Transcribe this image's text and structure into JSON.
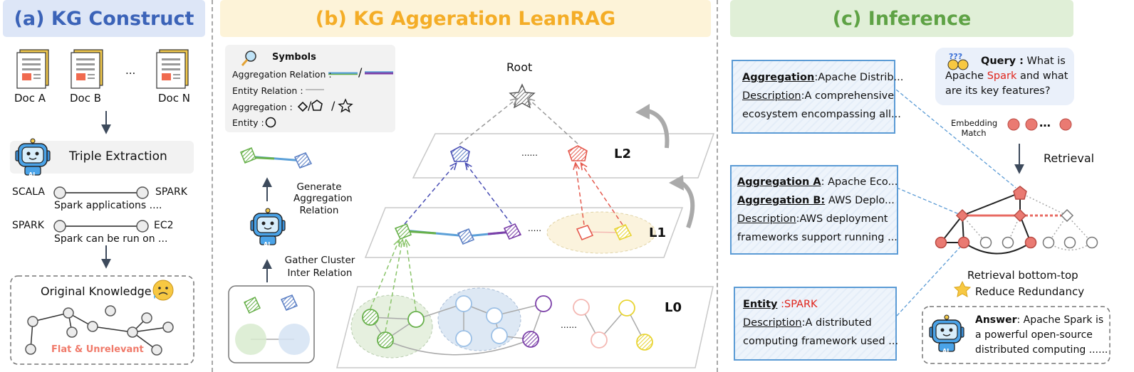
{
  "headers": {
    "a": "(a) KG Construct",
    "b": "(b) KG Aggeration LeanRAG",
    "c": "(c) Inference"
  },
  "panel_a": {
    "docs": [
      "Doc A",
      "Doc B",
      "Doc N"
    ],
    "ellipsis": "...",
    "triple_extraction": "Triple Extraction",
    "triples": [
      {
        "head": "SCALA",
        "tail": "SPARK",
        "relation": "Spark applications ...."
      },
      {
        "head": "SPARK",
        "tail": "EC2",
        "relation": "Spark can be run on ..."
      }
    ],
    "original_knowledge": "Original Knowledge",
    "flat_label": "Flat & Unrelevant",
    "robot_label": "AI"
  },
  "panel_b": {
    "symbols": {
      "title": "Symbols",
      "aggregation_relation": "Aggregation Relation :",
      "slash": "/",
      "entity_relation": "Entity Relation :",
      "aggregation": "Aggregation :",
      "entity": "Entity :",
      "shape_sep": "/"
    },
    "generate_label": [
      "Generate",
      "Aggregation",
      "Relation"
    ],
    "gather_label": [
      "Gather Cluster",
      "Inter Relation"
    ],
    "root": "Root",
    "levels": [
      "L2",
      "L1",
      "L0"
    ],
    "dots": [
      "......",
      ".....",
      "......"
    ],
    "robot_label": "AI"
  },
  "panel_c": {
    "card1": {
      "l1_key": "Aggregation",
      "l1_val": ":Apache Distrib...",
      "l2_key": "Description",
      "l2_val": ":A comprehensive",
      "l3": "ecosystem encompassing all..."
    },
    "card2": {
      "l1_key": "Aggregation A",
      "l1_val": ": Apache Eco...",
      "l2_key": "Aggregation B:",
      "l2_val": " AWS Deplo...",
      "l3_key": "Description",
      "l3_val": ":AWS deployment",
      "l4": "frameworks support running ..."
    },
    "card3": {
      "l1_key": "Entity",
      "l1_val": " :SPARK",
      "l2_key": "Description",
      "l2_val": ":A distributed",
      "l3": "computing framework used ..."
    },
    "query": {
      "label": "Query :",
      "l1": " What is",
      "l2a": "Apache ",
      "l2b": "Spark",
      "l2c": " and what",
      "l3": "are its key features?"
    },
    "embedding": [
      "Embedding",
      "Match"
    ],
    "retrieval": "Retrieval",
    "retrieval_bottom_top": "Retrieval bottom-top",
    "reduce_redundancy": "Reduce  Redundancy",
    "answer": {
      "label": "Answer",
      "l1": ": Apache Spark is",
      "l2": "a powerful open-source",
      "l3": "distributed computing ......"
    },
    "robot_label": "AI"
  },
  "colors": {
    "blue_header": "#3b63b8",
    "yellow_header": "#f4ad27",
    "green_header": "#5ea245",
    "green": "#67b04a",
    "blue": "#5b9bd5",
    "purple": "#7b3fa8",
    "red": "#e55a4e",
    "entity_red": "#e8706a"
  }
}
